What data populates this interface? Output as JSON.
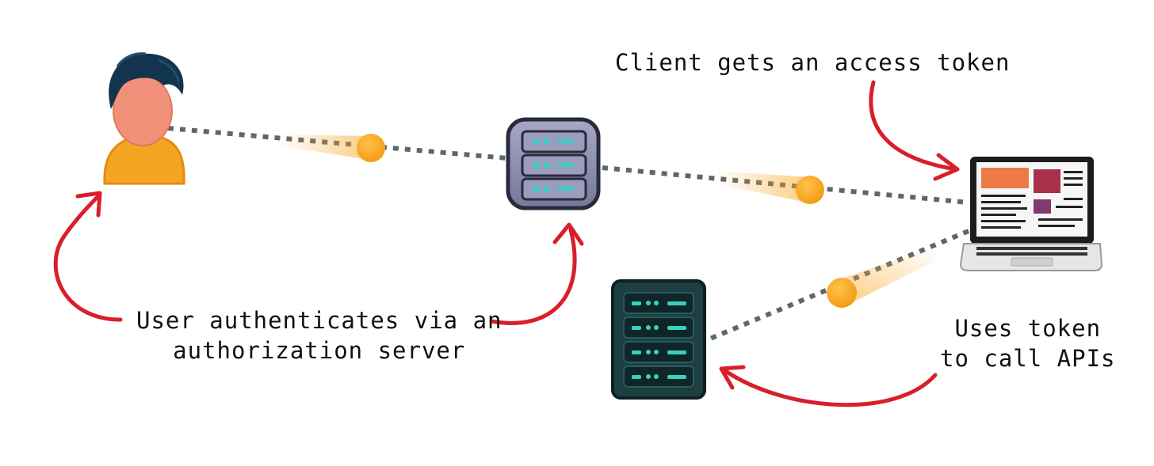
{
  "labels": {
    "client_token": "Client gets an access token",
    "auth_line1": "User authenticates via an",
    "auth_line2": "authorization server",
    "api_line1": "Uses token",
    "api_line2": "to call APIs"
  },
  "colors": {
    "arrow": "#d81f2a",
    "dotted_line": "#5b6770",
    "token_orange": "#f7a41d",
    "user_shirt": "#f4a623",
    "user_hair": "#12344f",
    "auth_server": "#8a8cae",
    "api_server": "#1d3f42",
    "server_accent": "#39d0c0"
  },
  "nodes": {
    "user": "user-icon",
    "auth_server": "authorization-server-icon",
    "client": "laptop-icon",
    "api_server": "api-server-icon"
  }
}
